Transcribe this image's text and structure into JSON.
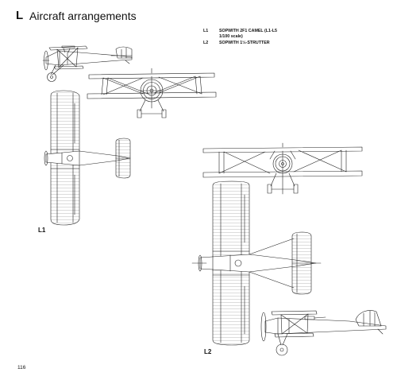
{
  "section": {
    "letter": "L",
    "title": "Aircraft arrangements"
  },
  "legend": [
    {
      "key": "L1",
      "line1": "SOPWITH 2F1 CAMEL (L1-L5",
      "line2": "1/100 scale)"
    },
    {
      "key": "L2",
      "line1": "SOPWITH 1½-STRUTTER",
      "line2": ""
    }
  ],
  "figures": {
    "l1_label": "L1",
    "l2_label": "L2"
  },
  "page_number": "116"
}
